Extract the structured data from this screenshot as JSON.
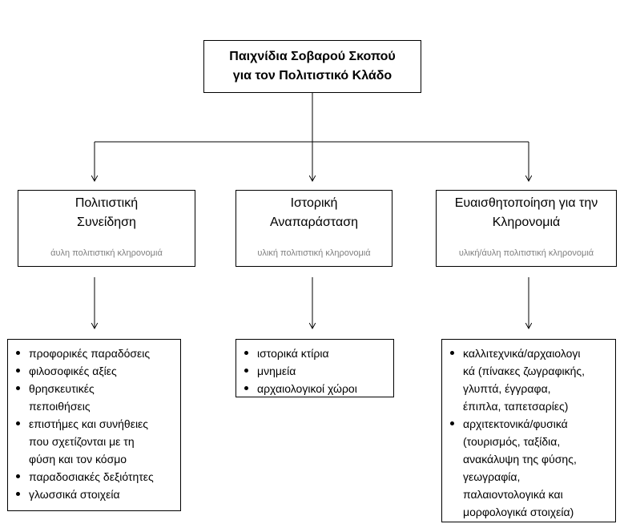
{
  "root": {
    "line1": "Παιχνίδια Σοβαρού Σκοπού",
    "line2": "για τον Πολιτιστικό Κλάδο"
  },
  "categories": [
    {
      "title_line1": "Πολιτιστική",
      "title_line2": "Συνείδηση",
      "subtitle": "άυλη πολιτιστική κληρονομιά",
      "items": [
        [
          "προφορικές παραδόσεις"
        ],
        [
          "φιλοσοφικές αξίες"
        ],
        [
          "θρησκευτικές",
          "πεποιθήσεις"
        ],
        [
          "επιστήμες και συνήθειες",
          "που σχετίζονται με τη",
          "φύση και τον κόσμο"
        ],
        [
          "παραδοσιακές δεξιότητες"
        ],
        [
          "γλωσσικά στοιχεία"
        ]
      ]
    },
    {
      "title_line1": "Ιστορική",
      "title_line2": "Αναπαράσταση",
      "subtitle": "υλική πολιτιστική κληρονομιά",
      "items": [
        [
          "ιστορικά κτίρια"
        ],
        [
          "μνημεία"
        ],
        [
          "αρχαιολογικοί χώροι"
        ]
      ]
    },
    {
      "title_line1": "Ευαισθητοποίηση για την",
      "title_line2": "Κληρονομιά",
      "subtitle": "υλική/άυλη πολιτιστική κληρονομιά",
      "items": [
        [
          "καλλιτεχνικά/αρχαιολογι",
          "κά (πίνακες ζωγραφικής,",
          "γλυπτά, έγγραφα,",
          "έπιπλα, ταπετσαρίες)"
        ],
        [
          "αρχιτεκτονικά/φυσικά",
          "(τουρισμός, ταξίδια,",
          "ανακάλυψη της φύσης,",
          "γεωγραφία,",
          "παλαιοντολογικά και",
          "μορφολογικά στοιχεία)"
        ]
      ]
    }
  ]
}
